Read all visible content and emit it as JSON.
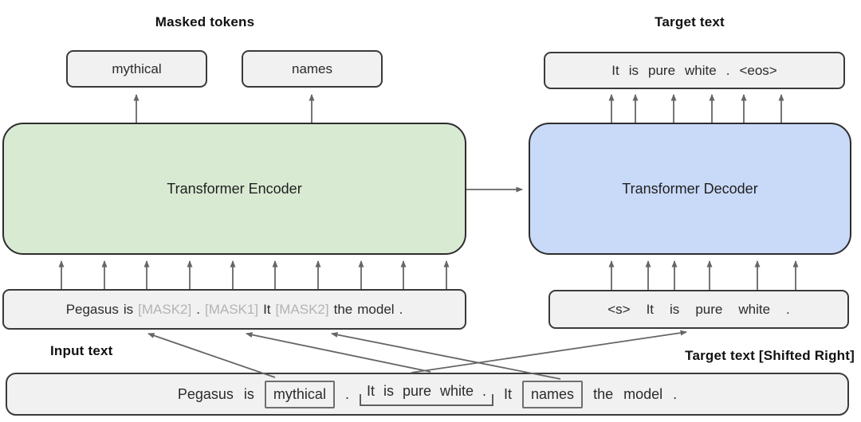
{
  "labels": {
    "masked_tokens": "Masked tokens",
    "target_text": "Target text",
    "input_text": "Input text",
    "target_text_shifted": "Target text  [Shifted Right]"
  },
  "encoder_label": "Transformer Encoder",
  "decoder_label": "Transformer Decoder",
  "masked_tokens": [
    "mythical",
    "names"
  ],
  "target_output_tokens": [
    {
      "t": "It"
    },
    {
      "t": "is"
    },
    {
      "t": "pure"
    },
    {
      "t": "white"
    },
    {
      "t": "."
    },
    {
      "t": "<eos>"
    }
  ],
  "encoder_input_tokens": [
    {
      "t": "Pegasus"
    },
    {
      "t": "is"
    },
    {
      "t": "[MASK2]",
      "style": "mask"
    },
    {
      "t": "."
    },
    {
      "t": "[MASK1]",
      "style": "mask"
    },
    {
      "t": "It"
    },
    {
      "t": "[MASK2]",
      "style": "mask"
    },
    {
      "t": "the"
    },
    {
      "t": "model"
    },
    {
      "t": "."
    }
  ],
  "decoder_input_tokens": [
    {
      "t": "<s>"
    },
    {
      "t": "It"
    },
    {
      "t": "is"
    },
    {
      "t": "pure"
    },
    {
      "t": "white"
    },
    {
      "t": "."
    }
  ],
  "source_tokens": [
    {
      "t": "Pegasus"
    },
    {
      "t": "is"
    },
    {
      "t": "mythical",
      "style": "boxed"
    },
    {
      "t": "."
    },
    {
      "t": "It is pure white .",
      "style": "bracket"
    },
    {
      "t": "It"
    },
    {
      "t": "names",
      "style": "boxed"
    },
    {
      "t": "the"
    },
    {
      "t": "model"
    },
    {
      "t": "."
    }
  ],
  "colors": {
    "encoder_fill": "#d9ead3",
    "decoder_fill": "#c9daf8",
    "token_box_fill": "#f1f1f1",
    "arrow": "#666666",
    "mask_text": "#b3b3b3"
  }
}
